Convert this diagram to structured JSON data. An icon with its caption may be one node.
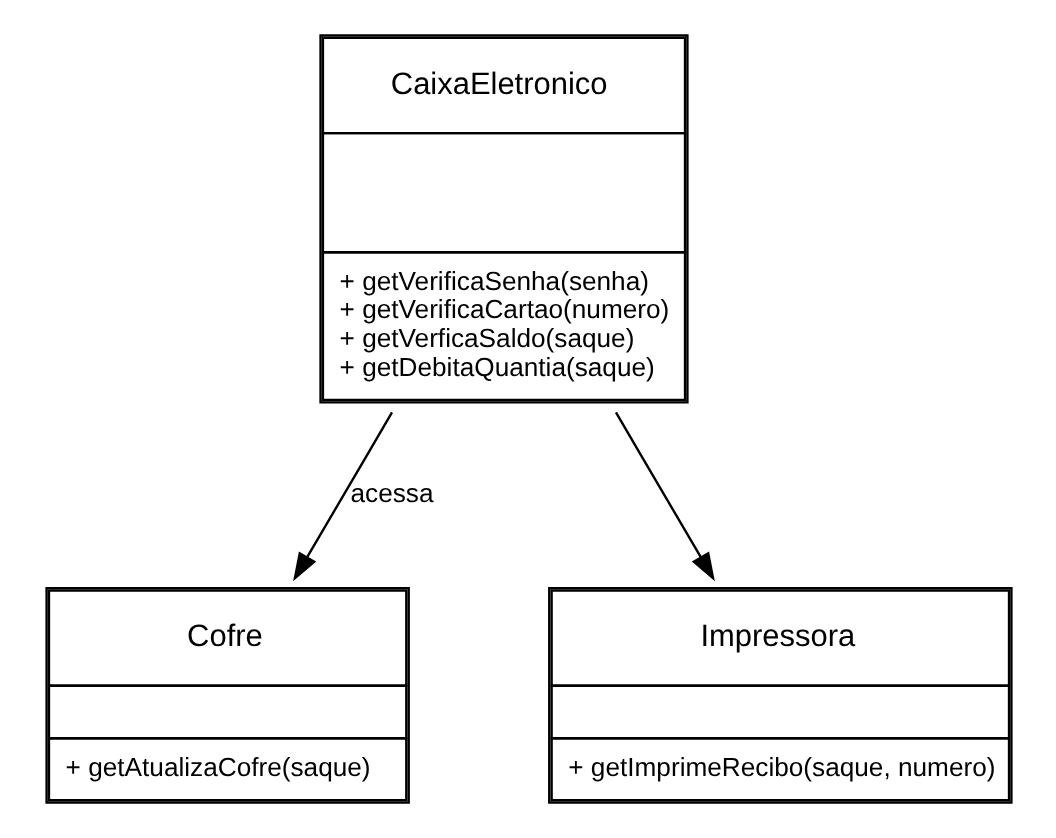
{
  "diagram": {
    "nodes": [
      {
        "text": [
          "CaixaEletronico",
          "+ getVerificaSenha(senha)",
          "+ getVerificaCartao(numero)",
          "+ getVerficaSaldo(saque)",
          "+ getDebitaQuantia(saque)"
        ]
      },
      {
        "text": [
          "Cofre",
          "+ getAtualizaCofre(saque)"
        ]
      },
      {
        "text": [
          "Impressora",
          "+ getImprimeRecibo(saque, numero)"
        ]
      }
    ],
    "edges": [
      {
        "from": 0,
        "to": 1,
        "arrow": "to",
        "label": "acessa"
      },
      {
        "from": 0,
        "to": 2,
        "arrow": "to"
      }
    ]
  }
}
